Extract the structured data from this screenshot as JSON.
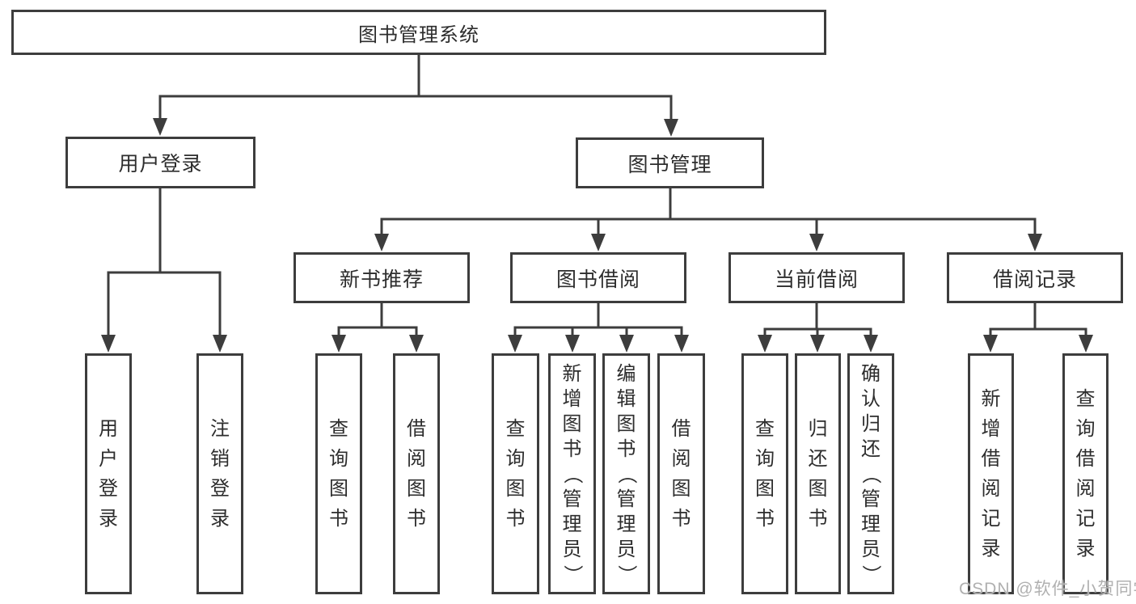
{
  "tree": {
    "label": "图书管理系统",
    "children": [
      {
        "label": "用户登录",
        "children": [
          {
            "label": "用户登录"
          },
          {
            "label": "注销登录"
          }
        ]
      },
      {
        "label": "图书管理",
        "children": [
          {
            "label": "新书推荐",
            "children": [
              {
                "label": "查询图书"
              },
              {
                "label": "借阅图书"
              }
            ]
          },
          {
            "label": "图书借阅",
            "children": [
              {
                "label": "查询图书"
              },
              {
                "label": "新增图书（管理员）"
              },
              {
                "label": "编辑图书（管理员）"
              },
              {
                "label": "借阅图书"
              }
            ]
          },
          {
            "label": "当前借阅",
            "children": [
              {
                "label": "查询图书"
              },
              {
                "label": "归还图书"
              },
              {
                "label": "确认归还（管理员）"
              }
            ]
          },
          {
            "label": "借阅记录",
            "children": [
              {
                "label": "新增借阅记录"
              },
              {
                "label": "查询借阅记录"
              }
            ]
          }
        ]
      }
    ]
  },
  "watermark": {
    "text": "CSDN @软件_小贺同学"
  },
  "colors": {
    "line": "#3d3d3d",
    "text": "#2d2d2d",
    "background": "#ffffff",
    "watermark": "#b0b0b0"
  }
}
